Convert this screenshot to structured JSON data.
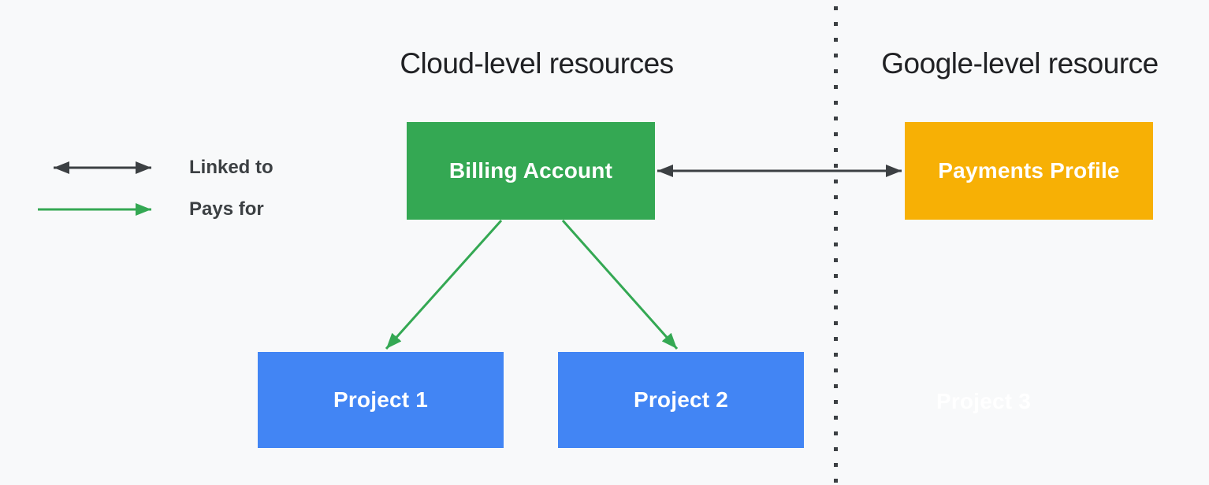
{
  "diagram": {
    "title_left": "Cloud-level resources",
    "title_right": "Google-level resource",
    "legend": [
      {
        "id": "linked-to",
        "label": "Linked to",
        "arrow": "double",
        "color": "#3C4043"
      },
      {
        "id": "pays-for",
        "label": "Pays for",
        "arrow": "single",
        "color": "#34A853"
      }
    ],
    "nodes": [
      {
        "id": "billing-account",
        "label": "Billing Account",
        "color": "#34A853",
        "side": "cloud-level"
      },
      {
        "id": "payments-profile",
        "label": "Payments Profile",
        "color": "#F7B005",
        "side": "google-level"
      },
      {
        "id": "project-1",
        "label": "Project 1",
        "color": "#4285F4",
        "side": "cloud-level"
      },
      {
        "id": "project-2",
        "label": "Project 2",
        "color": "#4285F4",
        "side": "cloud-level"
      },
      {
        "id": "project-3",
        "label": "Project 3",
        "color": "#FFFFFF",
        "side": "google-level",
        "ghost": true
      }
    ],
    "edges": [
      {
        "from": "billing-account",
        "to": "payments-profile",
        "relation": "Linked to",
        "style": "double-arrow",
        "color": "#3C4043"
      },
      {
        "from": "billing-account",
        "to": "project-1",
        "relation": "Pays for",
        "style": "arrow",
        "color": "#34A853"
      },
      {
        "from": "billing-account",
        "to": "project-2",
        "relation": "Pays for",
        "style": "arrow",
        "color": "#34A853"
      }
    ],
    "divider": {
      "style": "dotted",
      "color": "#3C4043",
      "separates": [
        "Cloud-level resources",
        "Google-level resource"
      ]
    }
  },
  "colors": {
    "bg": "#F8F9FA",
    "heading": "#202124",
    "legend-text": "#3C4043",
    "arrow-dark": "#3C4043",
    "green": "#34A853",
    "blue": "#4285F4",
    "amber": "#F7B005",
    "node-label": "#FFFFFF"
  }
}
